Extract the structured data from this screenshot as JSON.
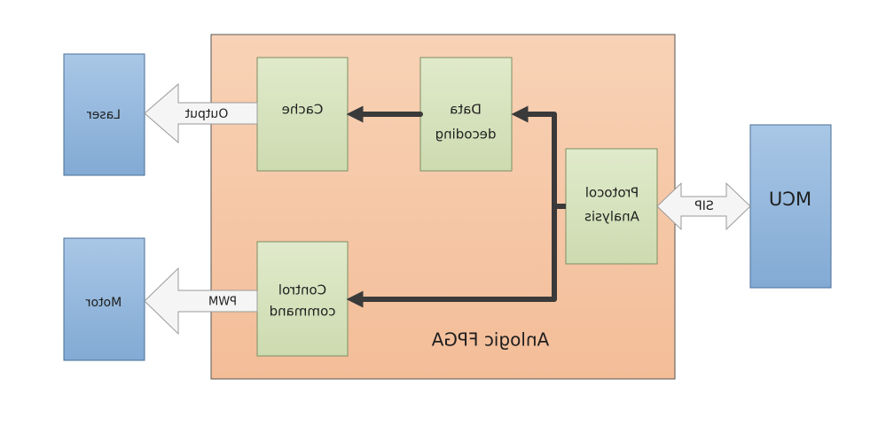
{
  "fpga": {
    "label": "Anlogic FPGA"
  },
  "blocks": {
    "laser": {
      "label": "Laser"
    },
    "motor": {
      "label": "Motor"
    },
    "mcu": {
      "label": "MCU"
    },
    "cache": {
      "label": "Cache"
    },
    "control": {
      "line1": "Control",
      "line2": "command"
    },
    "data": {
      "line1": "Data",
      "line2": "decoding"
    },
    "protocol": {
      "line1": "Protocol",
      "line2": "Analysis"
    }
  },
  "arrows": {
    "output": {
      "label": "Output"
    },
    "pwm": {
      "label": "PWM"
    },
    "sip": {
      "label": "SIP"
    }
  },
  "colors": {
    "fpga_fill": "#f6c8a8",
    "inner_fill": "#d6e4bd",
    "blue_fill": "#8db3db",
    "connector": "#3a3a3a"
  }
}
